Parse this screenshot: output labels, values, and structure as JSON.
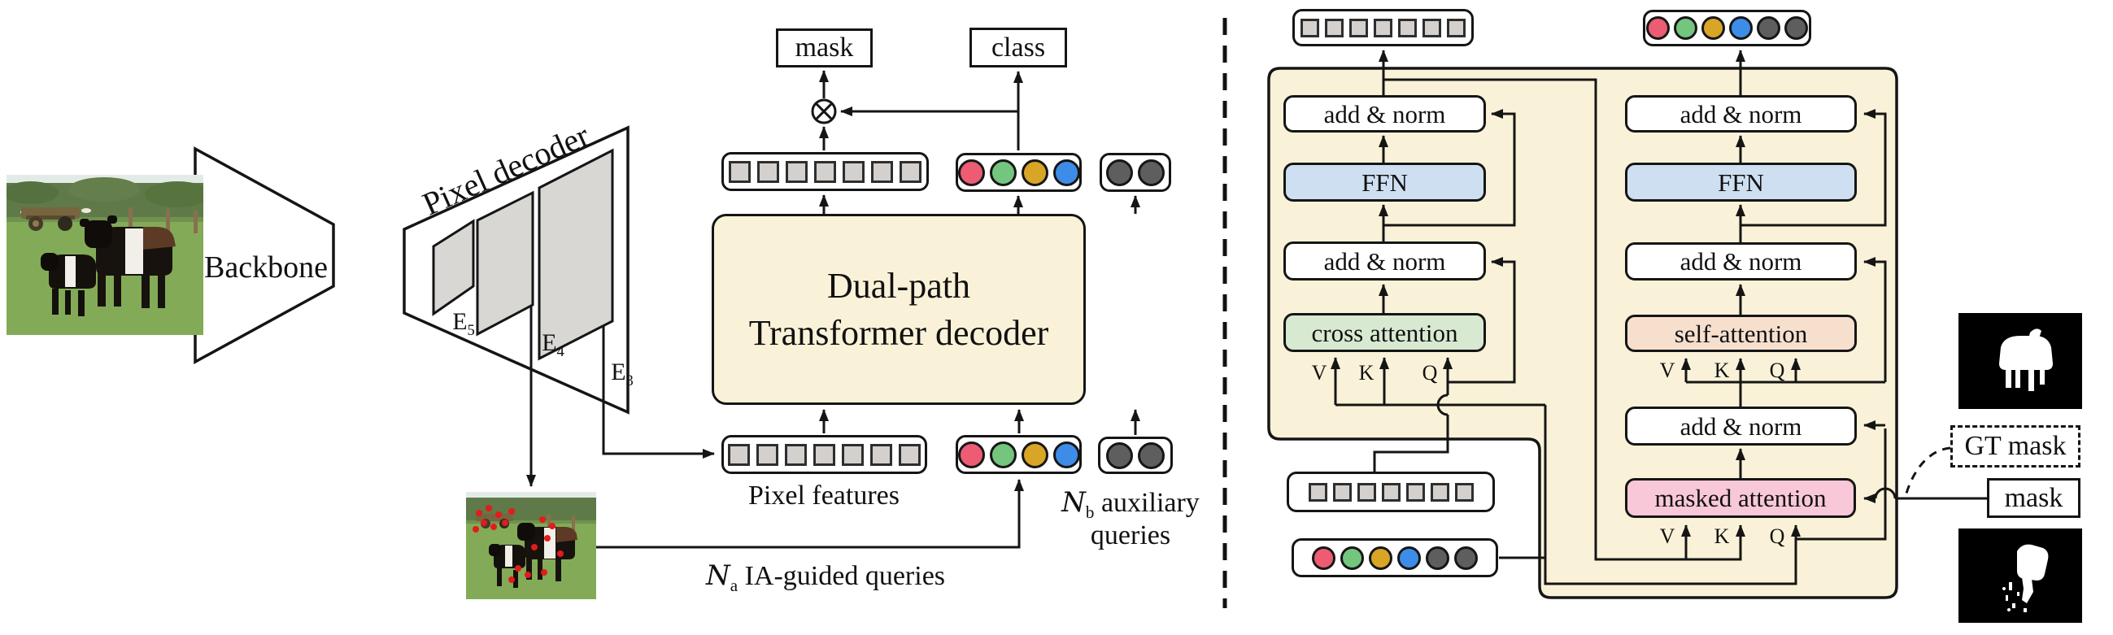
{
  "figure_title": "dual-path transformer instance segmentation architecture",
  "left": {
    "backbone_label": "Backbone",
    "pixel_decoder_label": "Pixel decoder",
    "e5": {
      "base": "E",
      "sub": "5"
    },
    "e4": {
      "base": "E",
      "sub": "4"
    },
    "e3": {
      "base": "E",
      "sub": "3"
    }
  },
  "middle": {
    "mask_label": "mask",
    "class_label": "class",
    "decoder_line1": "Dual-path",
    "decoder_line2": "Transformer decoder",
    "pixel_features_label": "Pixel features",
    "na": {
      "var": "N",
      "sub": "a",
      "rest": " IA-guided queries"
    },
    "nb": {
      "var": "N",
      "sub": "b",
      "rest": " auxiliary",
      "line2": "queries"
    }
  },
  "right": {
    "add_norm_label": "add & norm",
    "ffn_label": "FFN",
    "cross_attention_label": "cross attention",
    "self_attention_label": "self-attention",
    "masked_attention_label": "masked attention",
    "v_label": "V",
    "k_label": "K",
    "q_label": "Q",
    "gt_mask_label": "GT mask",
    "mask_label": "mask"
  },
  "colors": {
    "panel_yellow": "#faf2d8",
    "ffn_blue": "#cfdff2",
    "cross_green": "#d8e9d2",
    "self_peach": "#f7dfce",
    "masked_pink": "#f9c8d8",
    "token_gray": "#d3d0cd",
    "red": "#ed5c72",
    "green": "#74c57e",
    "gold": "#d9a527",
    "blue": "#3d8de8",
    "dark": "#5e5e5e"
  },
  "rows": {
    "mid_top_pixel": {
      "shape": "square",
      "items": [
        "token_gray",
        "token_gray",
        "token_gray",
        "token_gray",
        "token_gray",
        "token_gray",
        "token_gray"
      ]
    },
    "mid_top_queries": {
      "shape": "circle",
      "items": [
        "red",
        "green",
        "gold",
        "blue"
      ]
    },
    "mid_top_aux": {
      "shape": "circle",
      "items": [
        "dark",
        "dark"
      ]
    },
    "mid_bottom_pixel": {
      "shape": "square",
      "items": [
        "token_gray",
        "token_gray",
        "token_gray",
        "token_gray",
        "token_gray",
        "token_gray",
        "token_gray"
      ]
    },
    "mid_bottom_queries": {
      "shape": "circle",
      "items": [
        "red",
        "green",
        "gold",
        "blue"
      ]
    },
    "mid_bottom_aux": {
      "shape": "circle",
      "items": [
        "dark",
        "dark"
      ]
    },
    "right_top_pixel": {
      "shape": "square",
      "items": [
        "token_gray",
        "token_gray",
        "token_gray",
        "token_gray",
        "token_gray",
        "token_gray",
        "token_gray"
      ]
    },
    "right_top_queries": {
      "shape": "circle",
      "items": [
        "red",
        "green",
        "gold",
        "blue",
        "dark",
        "dark"
      ]
    },
    "right_bottom_pixel": {
      "shape": "square",
      "items": [
        "token_gray",
        "token_gray",
        "token_gray",
        "token_gray",
        "token_gray",
        "token_gray",
        "token_gray"
      ]
    },
    "right_bottom_queries": {
      "shape": "circle",
      "items": [
        "red",
        "green",
        "gold",
        "blue",
        "dark",
        "dark"
      ]
    }
  }
}
